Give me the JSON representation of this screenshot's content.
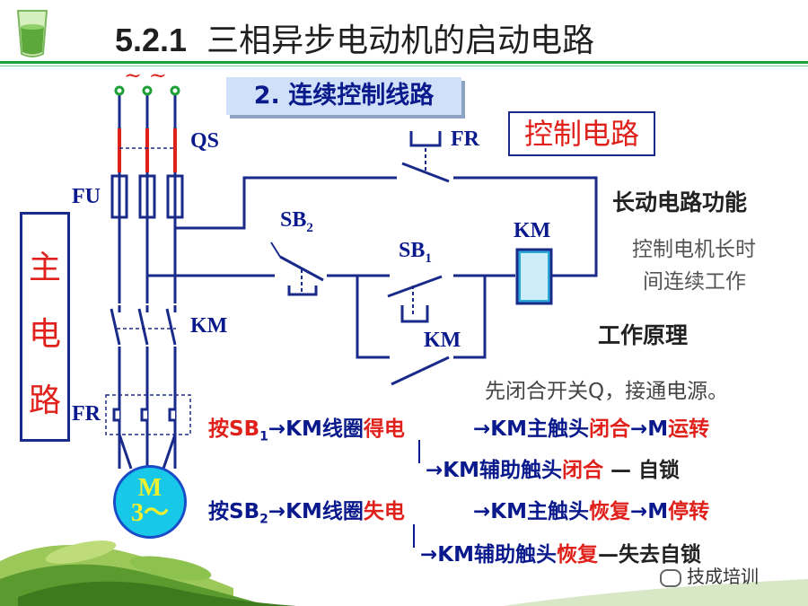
{
  "header": {
    "section_number": "5.2.1",
    "title": "三相异步电动机的启动电路"
  },
  "subtitle": "2. 连续控制线路",
  "control_box_label": "控制电路",
  "main_circuit_label": [
    "主",
    "电",
    "路"
  ],
  "supply_symbol": "~ ~",
  "component_labels": {
    "qs": "QS",
    "fu": "FU",
    "km_main": "KM",
    "fr_main": "FR",
    "fr_ctrl": "FR",
    "sb2": "SB",
    "sb2_sub": "2",
    "sb1": "SB",
    "sb1_sub": "1",
    "km_coil": "KM",
    "km_aux": "KM"
  },
  "motor": {
    "line1": "M",
    "line2": "3～"
  },
  "notes": {
    "heading1": "长动电路功能",
    "desc1_line1": "控制电机长时",
    "desc1_line2": "间连续工作",
    "heading2": "工作原理",
    "desc2": "先闭合开关Q，接通电源。"
  },
  "sequence": {
    "l1_a": "按SB",
    "l1_sub": "1",
    "l1_b": "→KM线圈",
    "l1_c": "得电",
    "l1_d": "→KM主触头",
    "l1_e": "闭合",
    "l1_f": "→M",
    "l1_g": "运转",
    "l2_a": "→KM辅助触头",
    "l2_b": "闭合",
    "l2_c": " — 自锁",
    "l3_a": "按SB",
    "l3_sub": "2",
    "l3_b": "→KM线圈",
    "l3_c": "失电",
    "l3_d": "→KM主触头",
    "l3_e": "恢复",
    "l3_f": "→M",
    "l3_g": "停转",
    "l4_a": "→KM辅助触头",
    "l4_b": "恢复",
    "l4_c": "—失去自锁"
  },
  "watermark": "技成培训",
  "colors": {
    "accent_green": "#1e9f3a",
    "diagram_blue": "#1a2a8a",
    "highlight_red": "#e0201a",
    "subtitle_bg": "#cfe0f8",
    "motor_fill": "#18c8e8"
  }
}
